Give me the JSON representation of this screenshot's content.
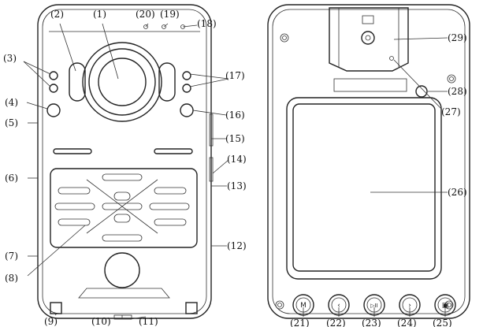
{
  "title": "Body camera parts diagram",
  "labels": {
    "l1": "(1)",
    "l2": "(2)",
    "l3": "(3)",
    "l4": "(4)",
    "l5": "(5)",
    "l6": "(6)",
    "l7": "(7)",
    "l8": "(8)",
    "l9": "(9)",
    "l10": "(10)",
    "l11": "(11)",
    "l12": "(12)",
    "l13": "(13)",
    "l14": "(14)",
    "l15": "(15)",
    "l16": "(16)",
    "l17": "(17)",
    "l18": "(18)",
    "l19": "(19)",
    "l20": "(20)",
    "l21": "(21)",
    "l22": "(22)",
    "l23": "(23)",
    "l24": "(24)",
    "l25": "(25)",
    "l26": "(26)",
    "l27": "(27)",
    "l28": "(28)",
    "l29": "(29)"
  },
  "buttons": {
    "b21": "M",
    "b22": "‹",
    "b23": "▷II",
    "b24": "›",
    "b25": "▣"
  }
}
